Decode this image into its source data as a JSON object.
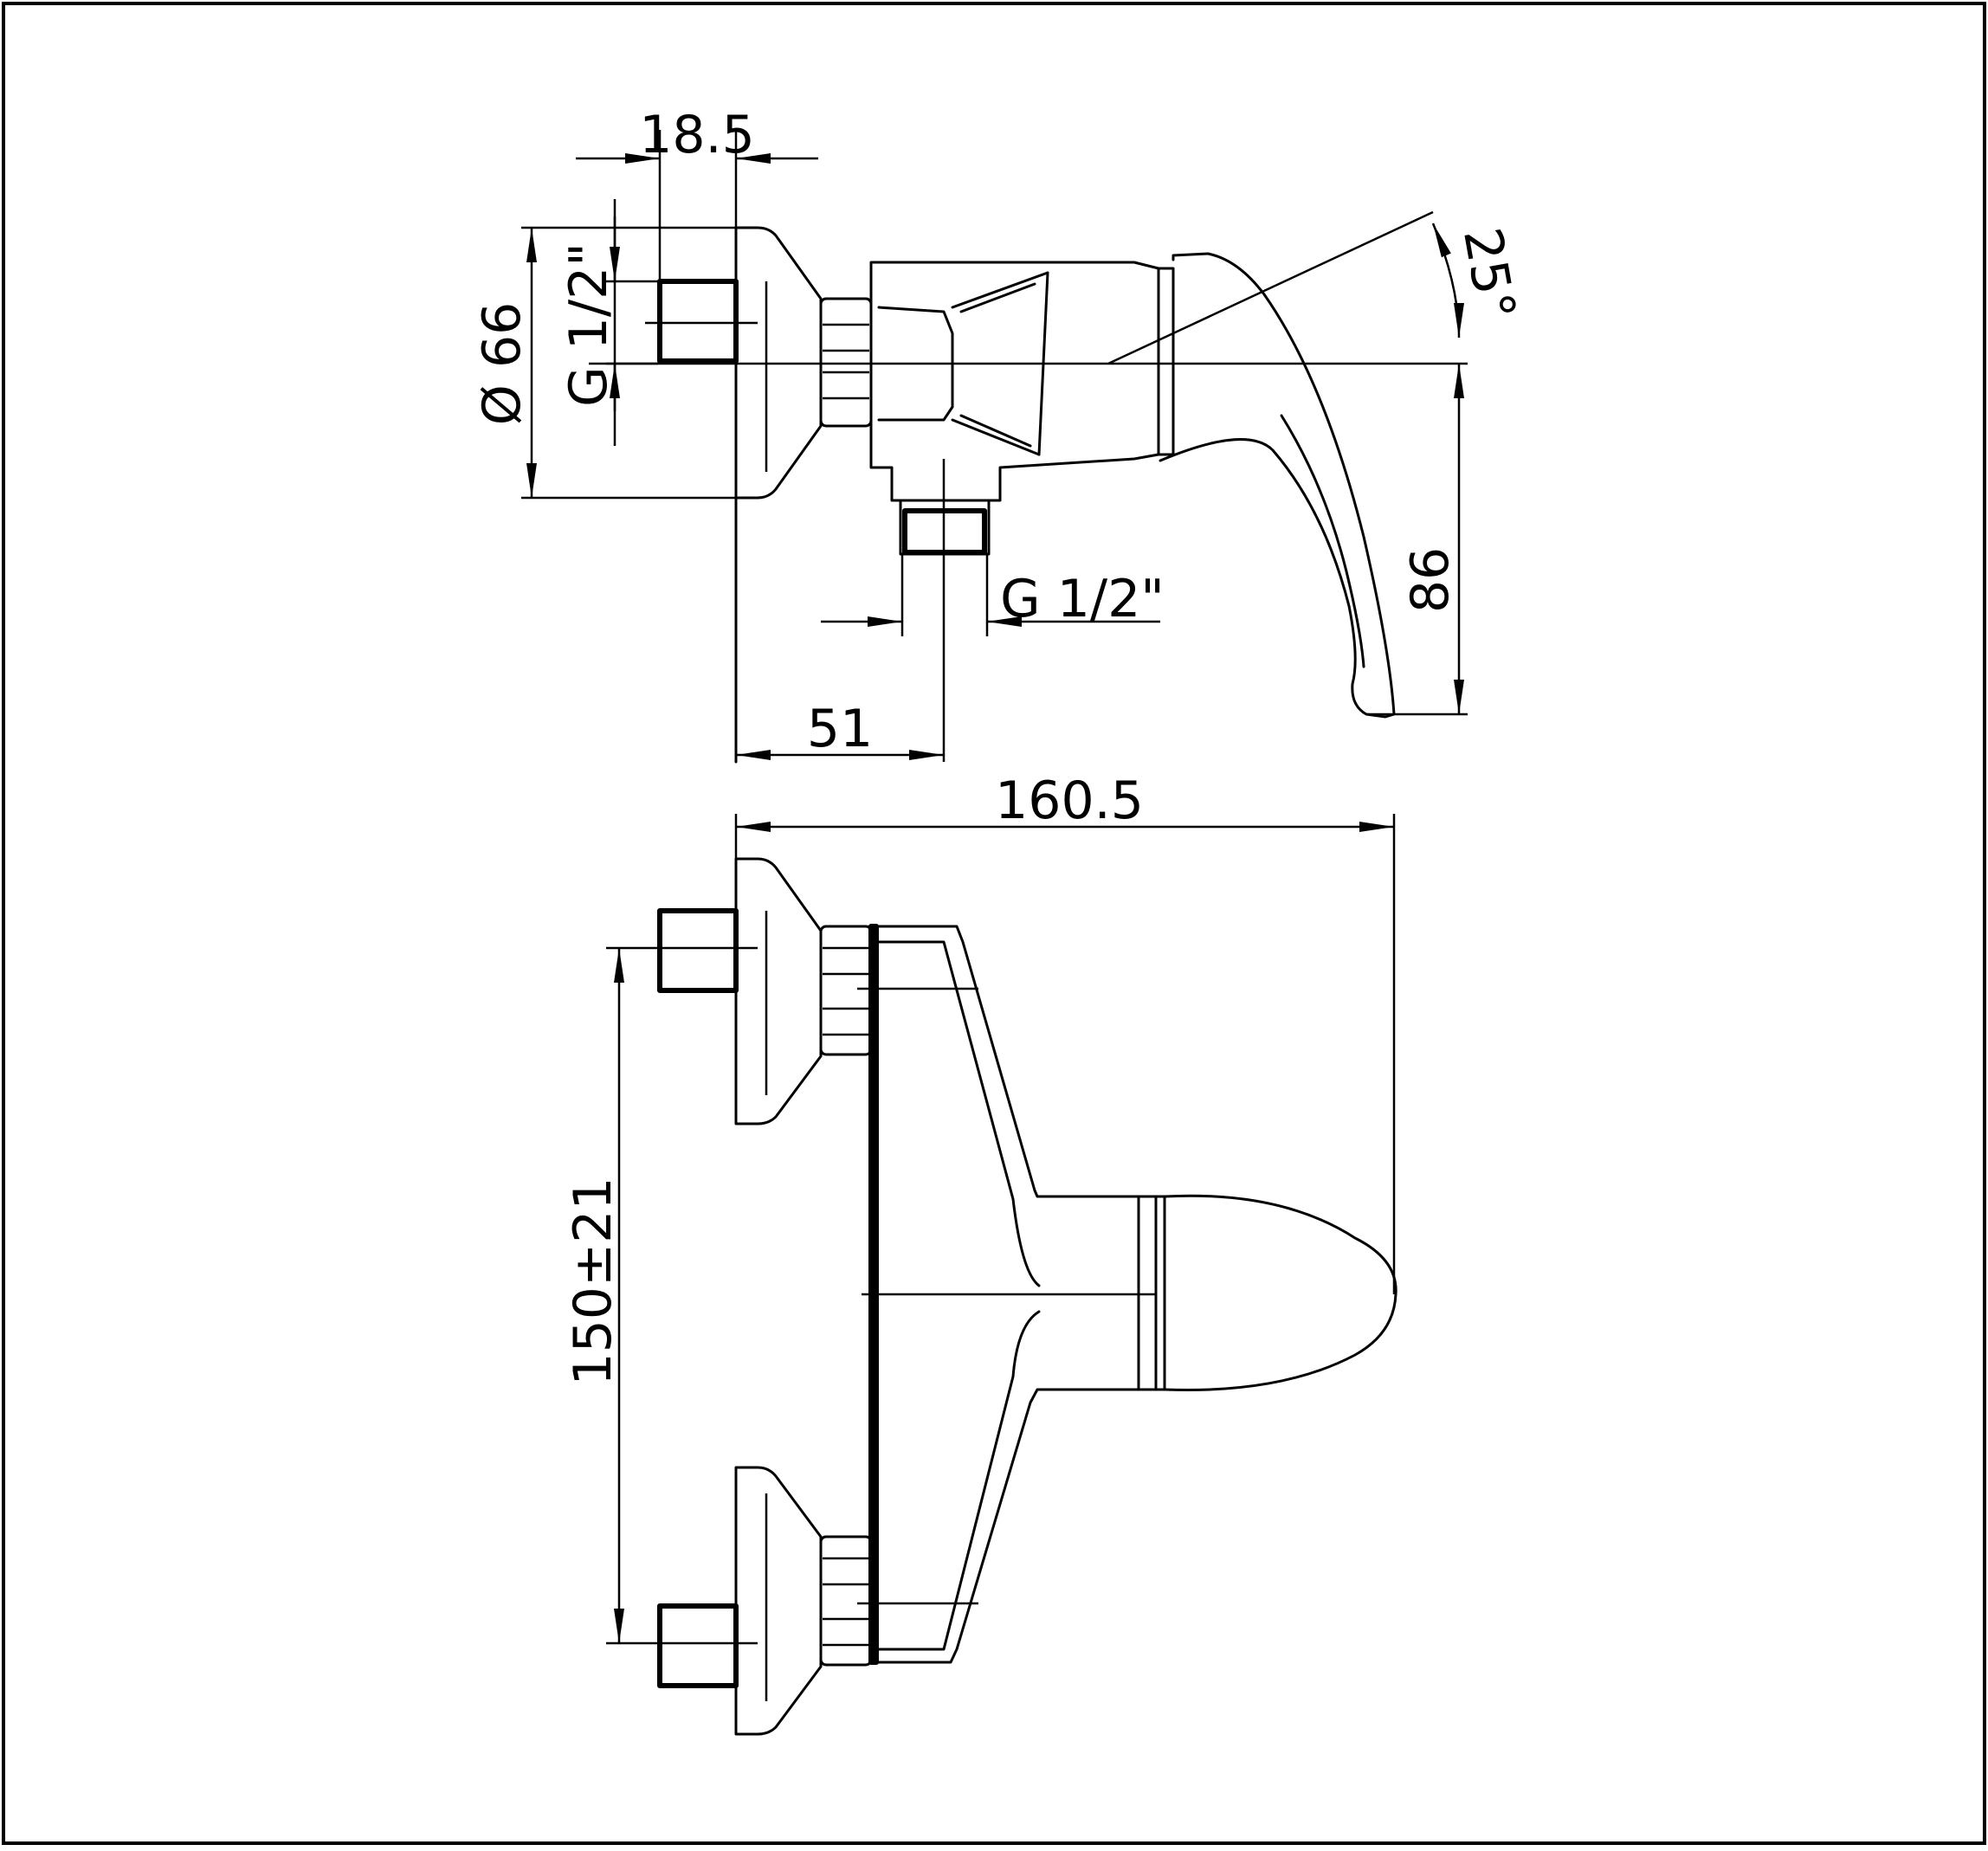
{
  "drawing": {
    "dimensions": {
      "offset_depth": "18.5",
      "escutcheon_diameter": "Ø 66",
      "inlet_thread": "G 1/2\"",
      "outlet_thread": "G 1/2\"",
      "lever_angle": "25°",
      "lever_height": "86",
      "outlet_distance": "51",
      "overall_length": "160.5",
      "inlet_spacing": "150±21"
    }
  }
}
